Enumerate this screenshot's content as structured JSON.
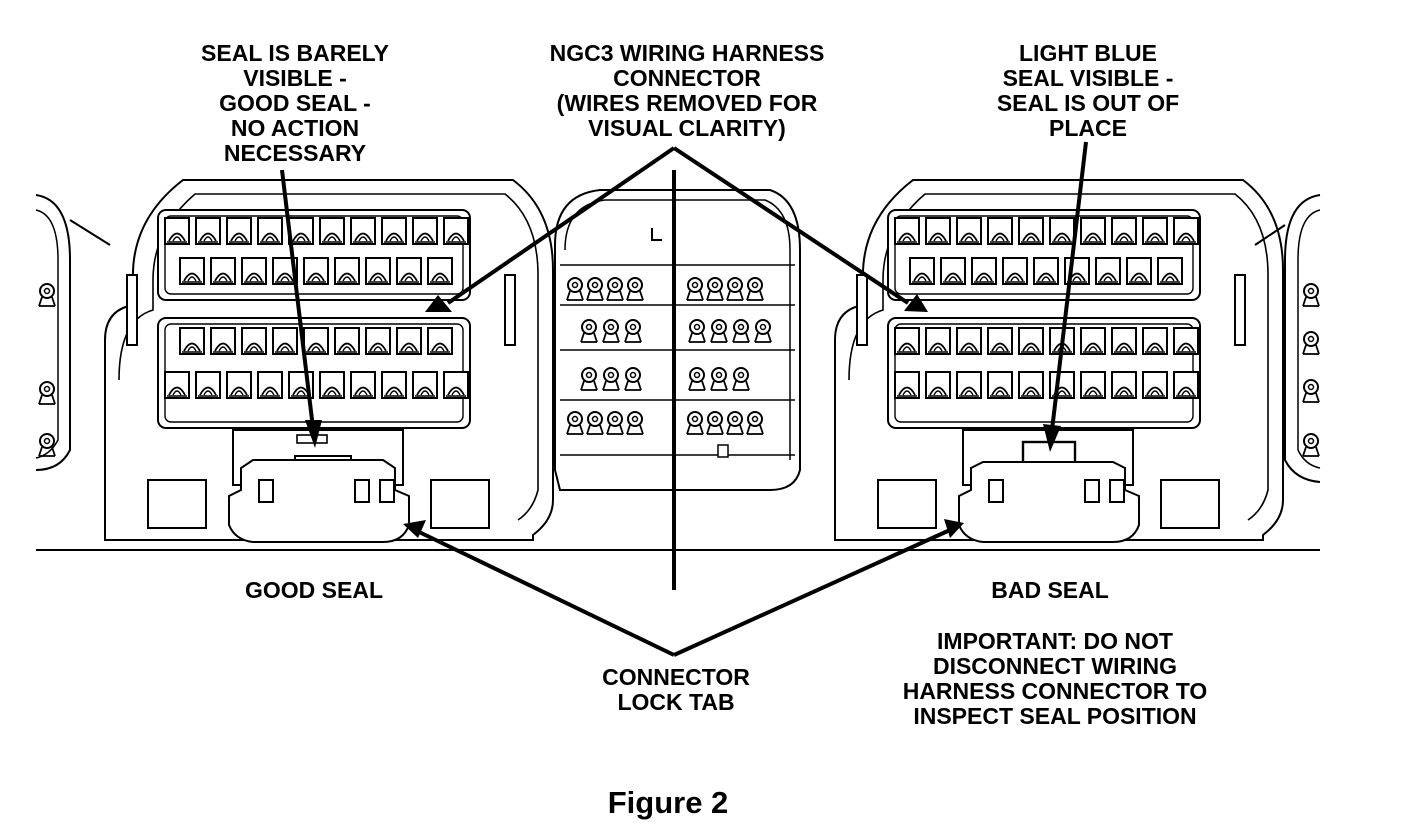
{
  "labels": {
    "seal_barely_visible": [
      "SEAL IS BARELY",
      "VISIBLE -",
      "GOOD SEAL -",
      "NO ACTION",
      "NECESSARY"
    ],
    "ngc3_connector": [
      "NGC3 WIRING HARNESS",
      "CONNECTOR",
      "(WIRES REMOVED FOR",
      "VISUAL CLARITY)"
    ],
    "light_blue_seal": [
      "LIGHT BLUE",
      "SEAL VISIBLE -",
      "SEAL IS OUT OF",
      "PLACE"
    ],
    "good_seal": "GOOD SEAL",
    "bad_seal": "BAD SEAL",
    "important_note": [
      "IMPORTANT: DO NOT",
      "DISCONNECT WIRING",
      "HARNESS CONNECTOR TO",
      "INSPECT SEAL POSITION"
    ],
    "connector_lock_tab": [
      "CONNECTOR",
      "LOCK TAB"
    ]
  },
  "figure_caption": "Figure 2"
}
